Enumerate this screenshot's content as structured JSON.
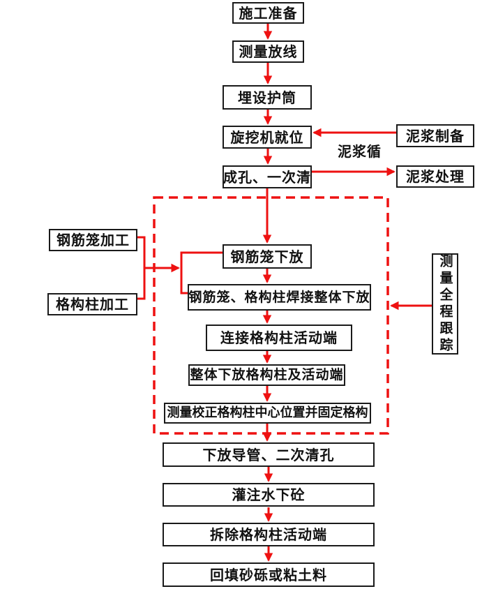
{
  "colors": {
    "accent_red": "#ee1111",
    "box_border": "#1a1a1a",
    "ink": "#111111",
    "background": "#ffffff"
  },
  "nodes": {
    "prep": "施工准备",
    "survey": "测量放线",
    "casing": "埋设护筒",
    "rig": "旋挖机就位",
    "drill": "成孔、一次清",
    "mud_prep": "泥浆制备",
    "mud_treat": "泥浆处理",
    "cage_fab": "钢筋笼加工",
    "column_fab": "格构柱加工",
    "cage_lower": "钢筋笼下放",
    "weld_lower": "钢筋笼、格构柱焊接整体下放",
    "connect_end": "连接格构柱活动端",
    "whole_lower": "整体下放格构柱及活动端",
    "measure_fix": "测量校正格构柱中心位置并固定格构",
    "tracking": "测量全程跟踪",
    "conduit": "下放导管、二次清孔",
    "concrete": "灌注水下砼",
    "remove_end": "拆除格构柱活动端",
    "backfill": "回填砂砾或粘土料"
  },
  "labels": {
    "mud_circulation": "泥浆循"
  },
  "edges": [
    {
      "from": "prep",
      "to": "survey"
    },
    {
      "from": "survey",
      "to": "casing"
    },
    {
      "from": "casing",
      "to": "rig"
    },
    {
      "from": "rig",
      "to": "drill"
    },
    {
      "from": "mud_prep",
      "to": "rig"
    },
    {
      "from": "drill",
      "to": "mud_treat"
    },
    {
      "from": "drill",
      "to": "cage_lower"
    },
    {
      "from": "cage_fab+column_fab",
      "to": "cage_lower+weld_lower"
    },
    {
      "from": "cage_lower",
      "to": "weld_lower"
    },
    {
      "from": "weld_lower",
      "to": "connect_end"
    },
    {
      "from": "connect_end",
      "to": "whole_lower"
    },
    {
      "from": "whole_lower",
      "to": "measure_fix"
    },
    {
      "from": "measure_fix",
      "to": "conduit"
    },
    {
      "from": "tracking",
      "to": "dashed_group"
    },
    {
      "from": "conduit",
      "to": "concrete"
    },
    {
      "from": "concrete",
      "to": "remove_end"
    },
    {
      "from": "remove_end",
      "to": "backfill"
    }
  ]
}
